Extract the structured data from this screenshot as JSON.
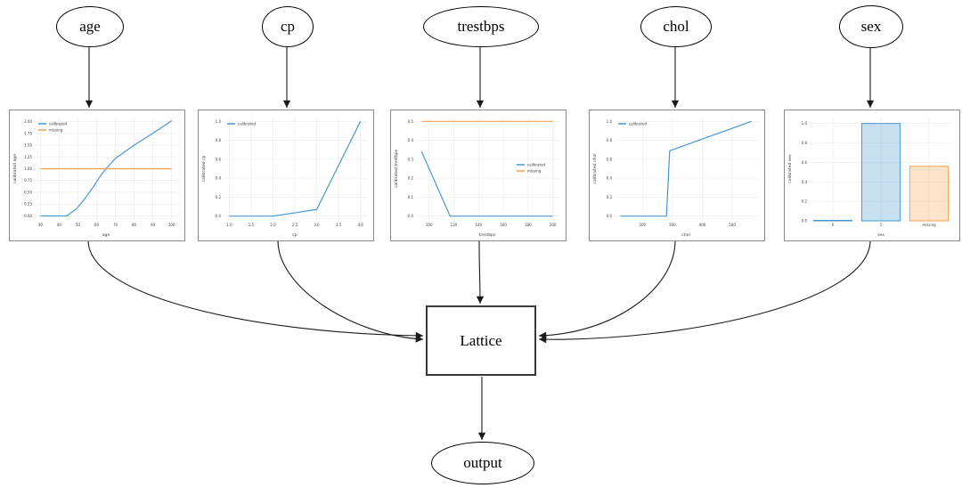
{
  "nodes": {
    "inputs": [
      {
        "label": "age"
      },
      {
        "label": "cp"
      },
      {
        "label": "trestbps"
      },
      {
        "label": "chol"
      },
      {
        "label": "sex"
      }
    ],
    "lattice_label": "Lattice",
    "output_label": "output"
  },
  "colors": {
    "calibrated": "#4697d1",
    "missing": "#f7a14f",
    "edge": "#1a1a1a"
  },
  "chart_data": [
    {
      "type": "line",
      "title": "",
      "xlabel": "age",
      "ylabel": "calibrated age",
      "xlim": [
        26.5,
        103.5
      ],
      "ylim": [
        -0.105,
        2.105
      ],
      "xtick_vals": [
        30,
        40,
        50,
        60,
        70,
        80,
        90,
        100
      ],
      "xtick_labels": [
        "30",
        "40",
        "50",
        "60",
        "70",
        "80",
        "90",
        "100"
      ],
      "ytick_vals": [
        0,
        0.25,
        0.5,
        0.75,
        1.0,
        1.25,
        1.5,
        1.75,
        2.0
      ],
      "ytick_labels": [
        "0.00",
        "0.25",
        "0.50",
        "0.75",
        "1.00",
        "1.25",
        "1.50",
        "1.75",
        "2.00"
      ],
      "grid": true,
      "legend": {
        "position": "top-left",
        "entries": [
          "calibrated",
          "missing"
        ]
      },
      "series": [
        {
          "name": "calibrated",
          "color": "#4697d1",
          "x": [
            30,
            44,
            49,
            53,
            58,
            62,
            65,
            70,
            80,
            90,
            100
          ],
          "y": [
            0,
            0,
            0.14,
            0.33,
            0.6,
            0.85,
            1.0,
            1.22,
            1.5,
            1.75,
            2.02
          ]
        },
        {
          "name": "missing",
          "color": "#f7a14f",
          "x": [
            30,
            100
          ],
          "y": [
            1.0,
            1.0
          ]
        }
      ]
    },
    {
      "type": "line",
      "title": "",
      "xlabel": "cp",
      "ylabel": "calibrated cp",
      "xlim": [
        0.85,
        4.15
      ],
      "ylim": [
        -0.05,
        1.05
      ],
      "xtick_vals": [
        1.0,
        1.5,
        2.0,
        2.5,
        3.0,
        3.5,
        4.0
      ],
      "xtick_labels": [
        "1.0",
        "1.5",
        "2.0",
        "2.5",
        "3.0",
        "3.5",
        "4.0"
      ],
      "ytick_vals": [
        0,
        0.2,
        0.4,
        0.6,
        0.8,
        1.0
      ],
      "ytick_labels": [
        "0.0",
        "0.2",
        "0.4",
        "0.6",
        "0.8",
        "1.0"
      ],
      "grid": true,
      "legend": {
        "position": "top-left",
        "entries": [
          "calibrated"
        ]
      },
      "series": [
        {
          "name": "calibrated",
          "color": "#4697d1",
          "x": [
            1,
            2,
            3,
            4
          ],
          "y": [
            0,
            0,
            0.07,
            1.0
          ]
        }
      ]
    },
    {
      "type": "line",
      "title": "",
      "xlabel": "trestbps",
      "ylabel": "calibrated trestbps",
      "xlim": [
        88.7,
        205.3
      ],
      "ylim": [
        -0.025,
        0.525
      ],
      "xtick_vals": [
        100,
        120,
        140,
        160,
        180,
        200
      ],
      "xtick_labels": [
        "100",
        "120",
        "140",
        "160",
        "180",
        "200"
      ],
      "ytick_vals": [
        0,
        0.1,
        0.2,
        0.3,
        0.4,
        0.5
      ],
      "ytick_labels": [
        "0.0",
        "0.1",
        "0.2",
        "0.3",
        "0.4",
        "0.5"
      ],
      "grid": true,
      "legend": {
        "position": "center-right",
        "entries": [
          "calibrated",
          "missing"
        ]
      },
      "series": [
        {
          "name": "calibrated",
          "color": "#4697d1",
          "x": [
            94,
            117,
            200
          ],
          "y": [
            0.34,
            0.0,
            0.0
          ]
        },
        {
          "name": "missing",
          "color": "#f7a14f",
          "x": [
            94,
            200
          ],
          "y": [
            0.5,
            0.5
          ]
        }
      ]
    },
    {
      "type": "line",
      "title": "",
      "xlabel": "chol",
      "ylabel": "calibrated chol",
      "xlim": [
        104,
        586
      ],
      "ylim": [
        -0.05,
        1.05
      ],
      "xtick_vals": [
        200,
        300,
        400,
        500
      ],
      "xtick_labels": [
        "200",
        "300",
        "400",
        "500"
      ],
      "ytick_vals": [
        0,
        0.2,
        0.4,
        0.6,
        0.8,
        1.0
      ],
      "ytick_labels": [
        "0.0",
        "0.2",
        "0.4",
        "0.6",
        "0.8",
        "1.0"
      ],
      "grid": true,
      "legend": {
        "position": "top-left",
        "entries": [
          "calibrated"
        ]
      },
      "series": [
        {
          "name": "calibrated",
          "color": "#4697d1",
          "x": [
            126,
            280,
            291,
            564
          ],
          "y": [
            0,
            0,
            0.69,
            1.0
          ]
        }
      ]
    },
    {
      "type": "bar",
      "title": "",
      "xlabel": "sex",
      "ylabel": "calibrated sex",
      "categories": [
        "0",
        "1",
        "missing"
      ],
      "values": [
        0.005,
        1.0,
        0.56
      ],
      "bar_colors": [
        "#4697d1",
        "#4697d1",
        "#f7a14f"
      ],
      "ylim": [
        0,
        1.07
      ],
      "ytick_vals": [
        0,
        0.2,
        0.4,
        0.6,
        0.8,
        1.0
      ],
      "ytick_labels": [
        "0.0",
        "0.2",
        "0.4",
        "0.6",
        "0.8",
        "1.0"
      ],
      "grid": true
    }
  ]
}
